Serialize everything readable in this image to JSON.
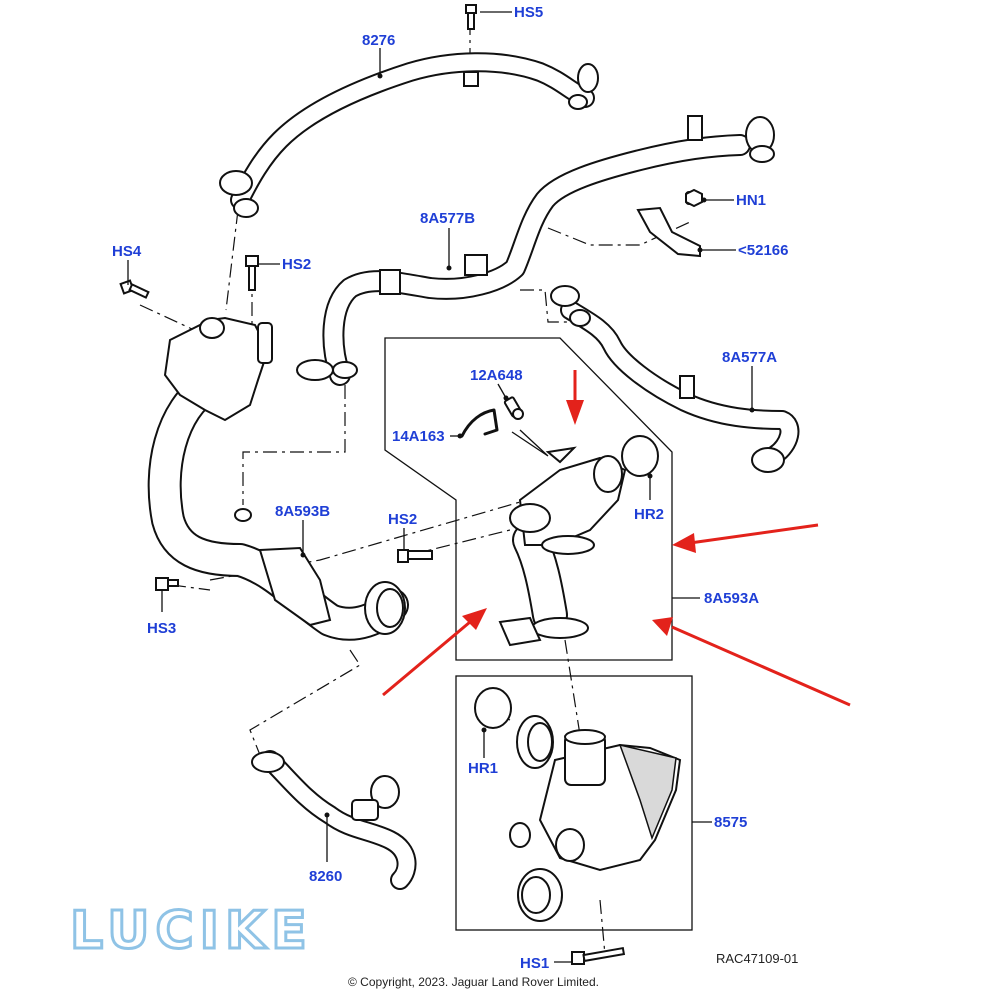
{
  "part_labels": {
    "hs5": "HS5",
    "p8276": "8276",
    "hs4": "HS4",
    "hs2_top": "HS2",
    "p8a577b": "8A577B",
    "hn1": "HN1",
    "p52166": "<52166",
    "p8a577a": "8A577A",
    "p12a648": "12A648",
    "p14a163": "14A163",
    "hr2": "HR2",
    "p8a593b": "8A593B",
    "hs2_mid": "HS2",
    "hs3": "HS3",
    "p8a593a": "8A593A",
    "hr1": "HR1",
    "p8575": "8575",
    "p8260": "8260",
    "hs1": "HS1"
  },
  "reference_code": "RAC47109-01",
  "copyright": "© Copyright, 2023. Jaguar Land Rover Limited.",
  "watermark": "LUCIKE",
  "colors": {
    "label_blue": "#1f3fd6",
    "arrow_red": "#e3221b",
    "watermark_blue": "#8fc3e6"
  }
}
